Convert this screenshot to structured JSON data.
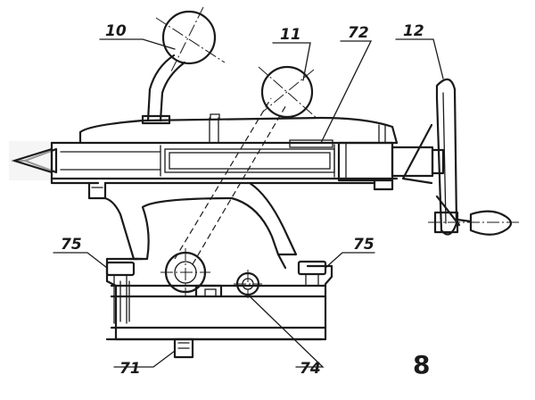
{
  "callouts": {
    "c10": "10",
    "c11": "11",
    "c72": "72",
    "c12": "12",
    "c75_left": "75",
    "c75_right": "75",
    "c71": "71",
    "c74": "74"
  },
  "figure_number": "8",
  "colors": {
    "ink": "#1a1a1a",
    "paper": "#ffffff"
  }
}
